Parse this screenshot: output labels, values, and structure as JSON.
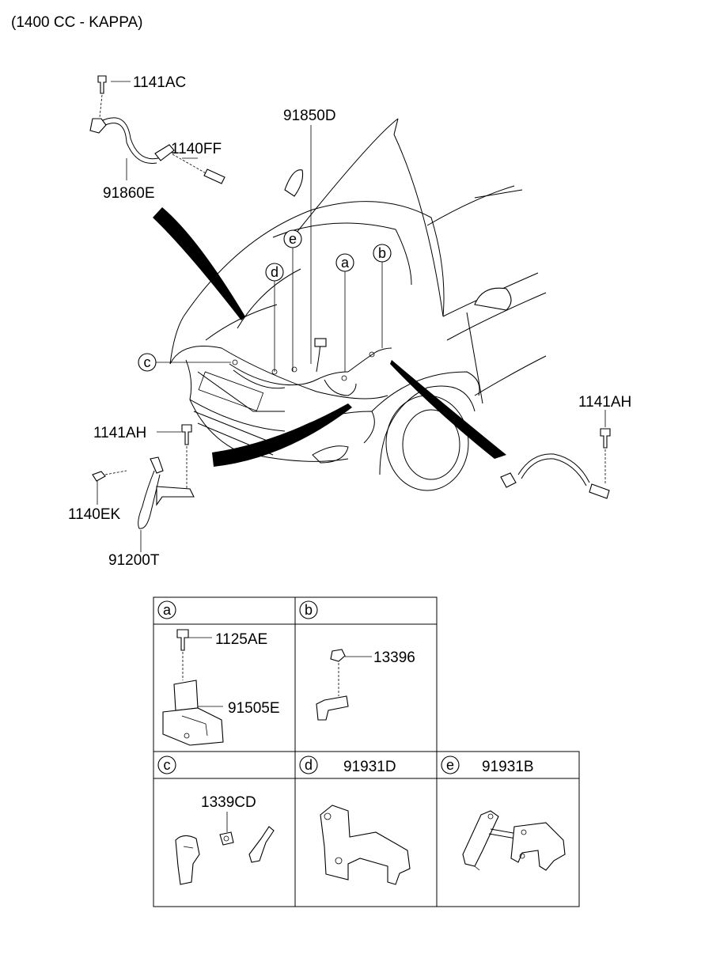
{
  "header": {
    "title": "(1400 CC - KAPPA)"
  },
  "parts": {
    "p1141AC": "1141AC",
    "p1140FF": "1140FF",
    "p91860E": "91860E",
    "p91850D": "91850D",
    "p1141AH_left": "1141AH",
    "p1141AH_right": "1141AH",
    "p1140EK": "1140EK",
    "p91200T": "91200T"
  },
  "callouts": {
    "a": "a",
    "b": "b",
    "c": "c",
    "d": "d",
    "e": "e"
  },
  "details": {
    "a": {
      "tag": "a",
      "parts": [
        "1125AE",
        "91505E"
      ]
    },
    "b": {
      "tag": "b",
      "parts": [
        "13396"
      ]
    },
    "c": {
      "tag": "c",
      "parts": [
        "1339CD"
      ]
    },
    "d": {
      "tag": "d",
      "title": "91931D"
    },
    "e": {
      "tag": "e",
      "title": "91931B"
    }
  }
}
